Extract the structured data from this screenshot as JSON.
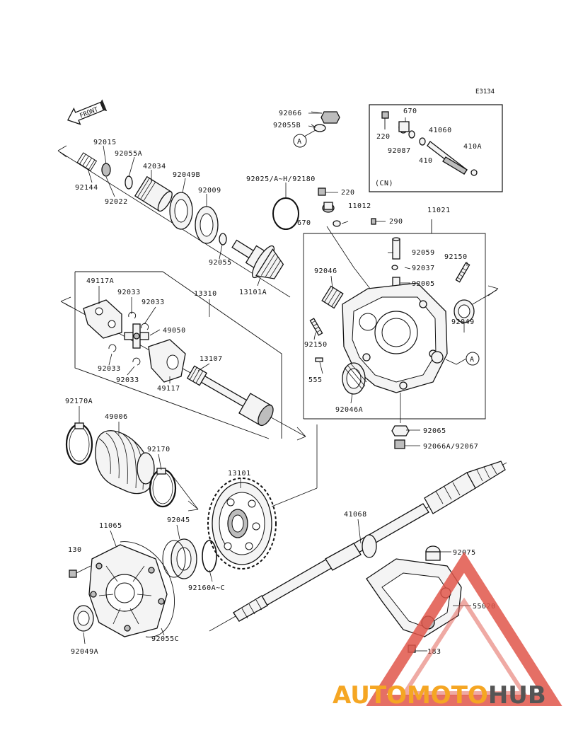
{
  "diagram": {
    "code": "E3134",
    "front_label": "FRONT",
    "cn_label": "(CN)",
    "callouts": {
      "p92066": "92066",
      "p92055b": "92055B",
      "pA1": "A",
      "p220a": "220",
      "p670a": "670",
      "p41060": "41060",
      "p92087": "92087",
      "p410": "410",
      "p410a": "410A",
      "p92015": "92015",
      "p92055a": "92055A",
      "p42034": "42034",
      "p92144": "92144",
      "p92022": "92022",
      "p92049b": "92049B",
      "p92009": "92009",
      "p92025": "92025/A~H/92180",
      "p220b": "220",
      "p11012": "11012",
      "p670b": "670",
      "p290": "290",
      "p11021": "11021",
      "p92055": "92055",
      "p13101a": "13101A",
      "p92059": "92059",
      "p92037": "92037",
      "p92005": "92005",
      "p92150a": "92150",
      "p92046": "92046",
      "p49117a": "49117A",
      "p92033a": "92033",
      "p92033b": "92033",
      "p13310": "13310",
      "p49050": "49050",
      "p92033c": "92033",
      "p92033d": "92033",
      "p49117": "49117",
      "p13107": "13107",
      "p92150b": "92150",
      "p92049": "92049",
      "pA2": "A",
      "p555": "555",
      "p92046a": "92046A",
      "p92065": "92065",
      "p92066a": "92066A/92067",
      "p92170a": "92170A",
      "p49006": "49006",
      "p92170": "92170",
      "p13101": "13101",
      "p41068": "41068",
      "p11065": "11065",
      "p92045": "92045",
      "p130": "130",
      "p92160": "92160A~C",
      "p92075": "92075",
      "p55020": "55020",
      "p183": "183",
      "p92049a": "92049A",
      "p92055c": "92055C"
    }
  },
  "watermark": {
    "word1": "AUTOMOTO",
    "word2": "HUB",
    "color1": "#f5a623",
    "color2": "#e0564a",
    "color3": "#555555"
  }
}
